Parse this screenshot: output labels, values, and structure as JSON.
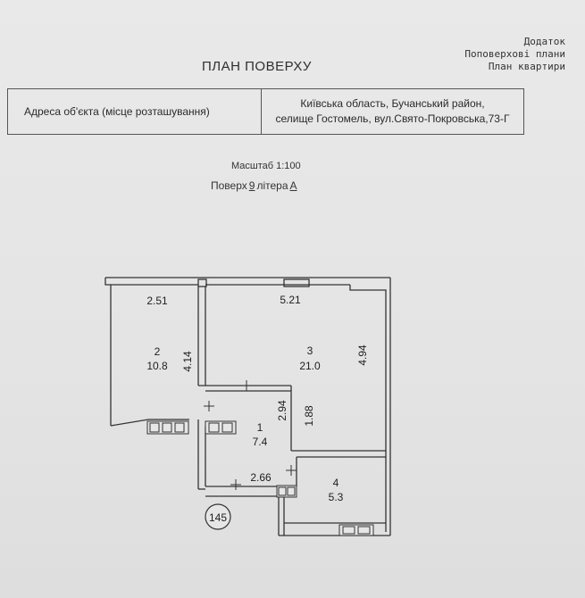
{
  "appendix": {
    "line1": "Додаток",
    "line2": "Поповерхові плани",
    "line3": "План квартири"
  },
  "title": "ПЛАН ПОВЕРХУ",
  "address": {
    "label": "Адреса об'єкта (місце розташування)",
    "line1": "Київська область, Бучанський район,",
    "line2": "селище Гостомель, вул.Свято-Покровська,73-Г"
  },
  "scale": "Масштаб 1:100",
  "floor": {
    "prefix": "Поверх",
    "number": "9",
    "middle": "літера",
    "letter": "А"
  },
  "plan": {
    "apartment_number": "145",
    "rooms": [
      {
        "number": "2",
        "area": "10.8"
      },
      {
        "number": "3",
        "area": "21.0"
      },
      {
        "number": "1",
        "area": "7.4"
      },
      {
        "number": "4",
        "area": "5.3"
      }
    ],
    "dimensions": {
      "room2_width": "2.51",
      "room2_length": "4.14",
      "room3_width": "5.21",
      "room3_length": "4.94",
      "room1_length": "2.94",
      "room1_width": "2.66",
      "corridor_length": "1.88"
    }
  }
}
